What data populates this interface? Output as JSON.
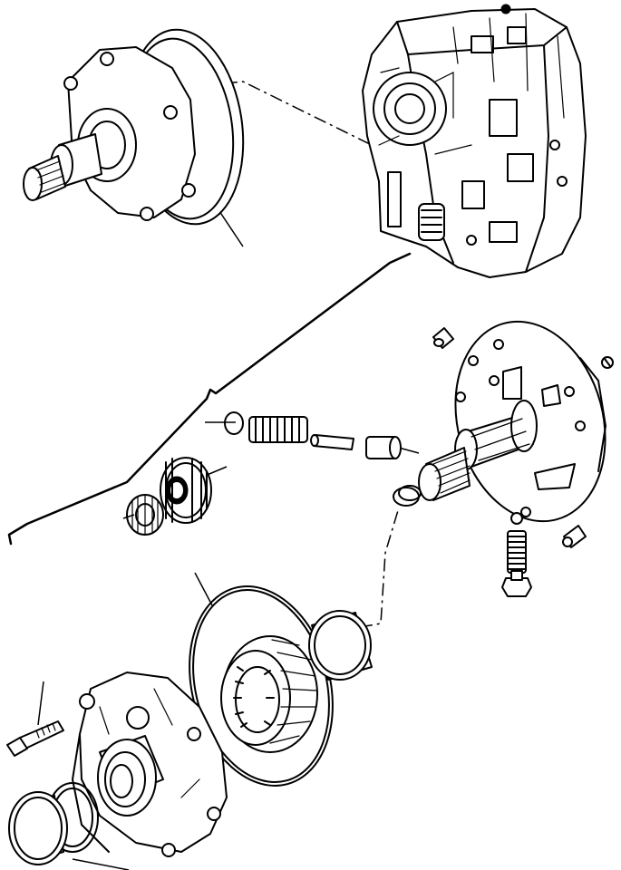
{
  "figure": {
    "kind": "exploded-parts-diagram",
    "text_labels": []
  },
  "parts": [
    {
      "id": "transmission-case",
      "icon": "transmission-case-icon"
    },
    {
      "id": "pump-assembly",
      "icon": "pump-assembly-icon"
    },
    {
      "id": "pump-body-with-shaft",
      "icon": "pump-shaft-body-icon"
    },
    {
      "id": "dowel-pin",
      "icon": "dowel-pin-icon"
    },
    {
      "id": "plug-screw",
      "icon": "plug-screw-icon"
    },
    {
      "id": "snap-ring",
      "icon": "snap-ring-icon"
    },
    {
      "id": "relief-spring",
      "icon": "spring-icon"
    },
    {
      "id": "relief-pin",
      "icon": "pin-icon"
    },
    {
      "id": "relief-valve-piston",
      "icon": "piston-icon"
    },
    {
      "id": "bushing",
      "icon": "bushing-icon"
    },
    {
      "id": "drive-gear",
      "icon": "gear-icon"
    },
    {
      "id": "needle-bearing",
      "icon": "needle-bearing-icon"
    },
    {
      "id": "ball",
      "icon": "ball-icon"
    },
    {
      "id": "check-spring",
      "icon": "spring-icon"
    },
    {
      "id": "plug",
      "icon": "plug-icon"
    },
    {
      "id": "o-ring",
      "icon": "o-ring-icon"
    },
    {
      "id": "bearing-cup",
      "icon": "bearing-cup-icon"
    },
    {
      "id": "ring-gear",
      "icon": "ring-gear-icon"
    },
    {
      "id": "pump-housing",
      "icon": "pump-housing-icon"
    },
    {
      "id": "mounting-bolt",
      "icon": "bolt-icon"
    },
    {
      "id": "seal-ring",
      "icon": "seal-ring-icon"
    },
    {
      "id": "oil-seal",
      "icon": "oil-seal-icon"
    }
  ]
}
